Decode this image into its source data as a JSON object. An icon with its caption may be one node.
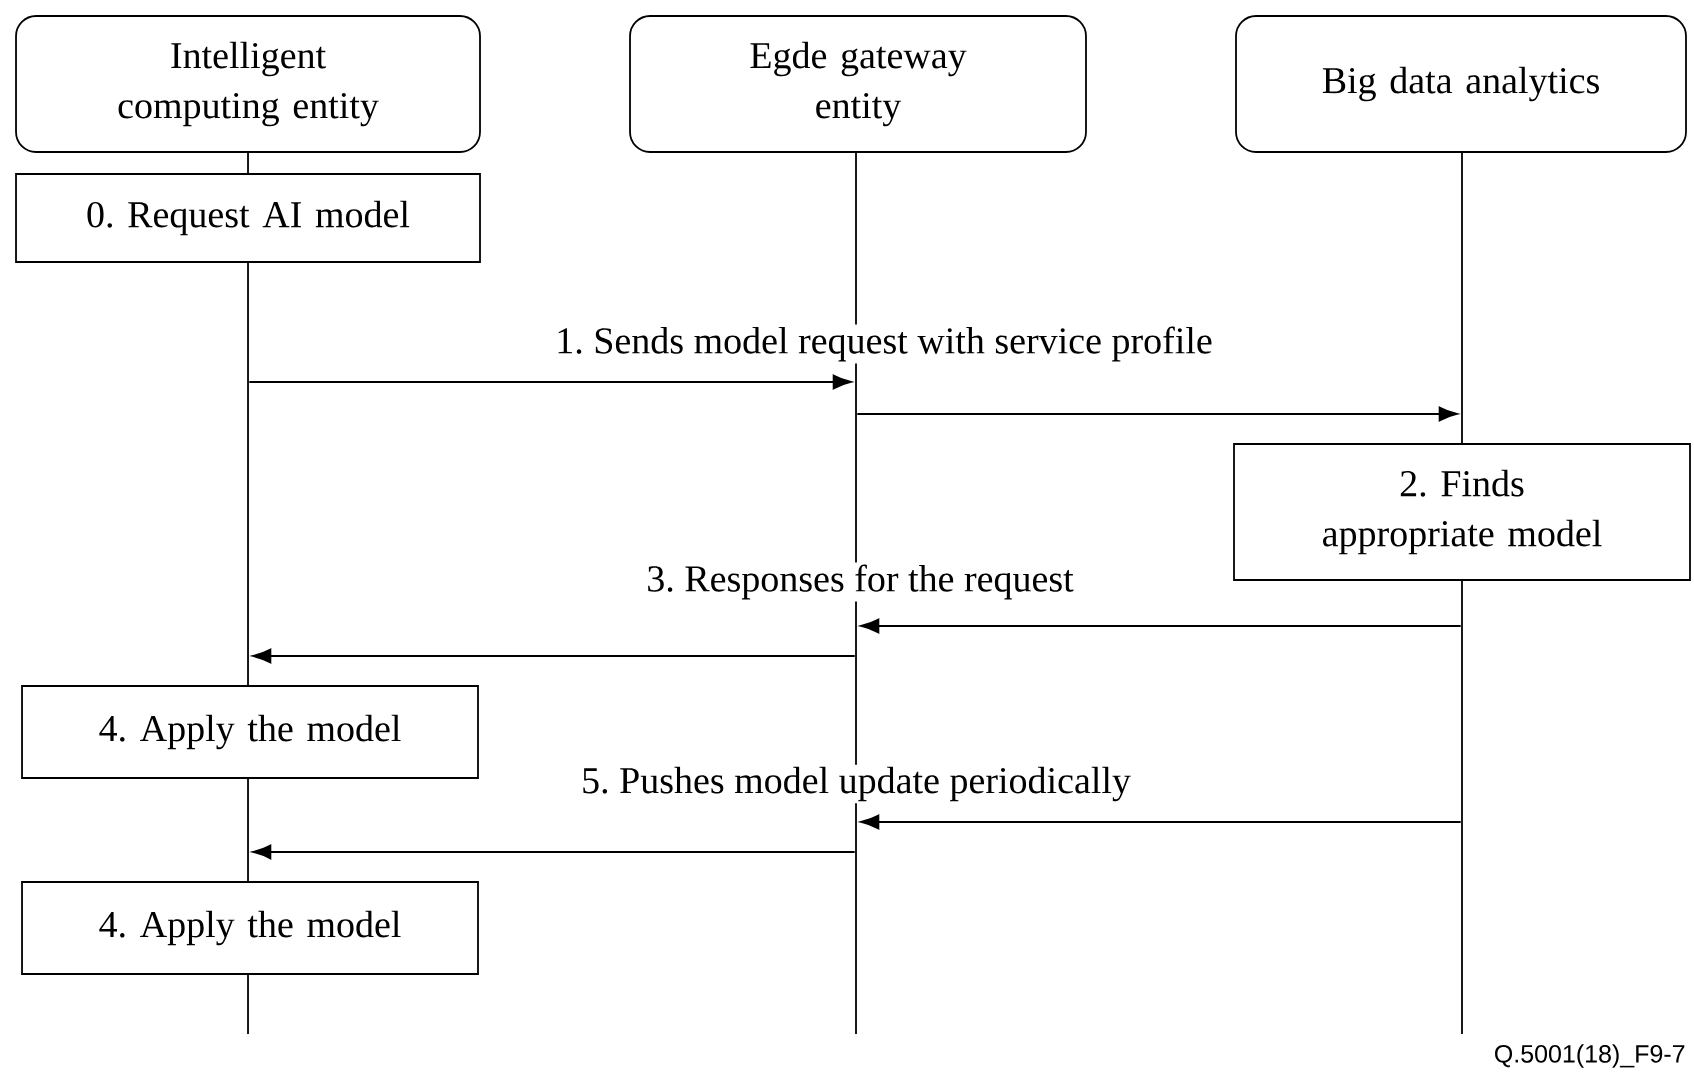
{
  "diagram": {
    "nodes": [
      {
        "text": [
          "Intelligent computing entity"
        ]
      },
      {
        "text": [
          "Egde gateway entity"
        ]
      },
      {
        "text": [
          "Big data analytics"
        ]
      },
      {
        "text": [],
        "shape": "line"
      },
      {
        "text": [],
        "shape": "line"
      },
      {
        "text": [],
        "shape": "line"
      },
      {
        "text": [],
        "shape": "line"
      },
      {
        "text": [],
        "shape": "line"
      },
      {
        "text": [],
        "shape": "line"
      },
      {
        "text": [],
        "shape": "line"
      },
      {
        "text": [
          "0. Request AI model"
        ]
      },
      {
        "text": [
          "2. Finds appropriate model"
        ]
      },
      {
        "text": [
          "4. Apply the model"
        ]
      },
      {
        "text": [
          "4. Apply the model"
        ]
      }
    ],
    "edges": [
      {
        "from": 4,
        "to": 7,
        "arrow": "to",
        "label": "1. Sends model request with service profile"
      },
      {
        "from": 7,
        "to": 8,
        "arrow": "to"
      },
      {
        "from": 9,
        "to": 7,
        "arrow": "to",
        "label": "3. Responses for the request"
      },
      {
        "from": 7,
        "to": 4,
        "arrow": "to"
      },
      {
        "from": 9,
        "to": 7,
        "arrow": "to",
        "label": "5. Pushes model update periodically"
      },
      {
        "from": 7,
        "to": 5,
        "arrow": "to"
      }
    ],
    "labels": [
      "Q.5001(18)_F9-7"
    ]
  }
}
